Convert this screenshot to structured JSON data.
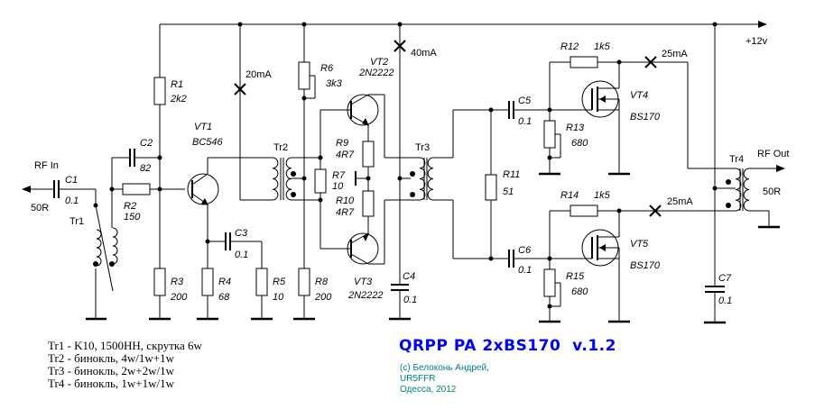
{
  "schematic": {
    "title": "QRPP PA 2xBS170  v.1.2",
    "author": "(c) Белоконь Андрей,",
    "callsign": "UR5FFR",
    "place_year": "Одесса, 2012",
    "supply": "+12v",
    "rf_in": {
      "label": "RF In",
      "impedance": "50R"
    },
    "rf_out": {
      "label": "RF Out",
      "impedance": "50R"
    },
    "currents": {
      "vt1": "20mA",
      "vt23": "40mA",
      "vt4": "25mA",
      "vt5": "25mA"
    },
    "components": {
      "C1": {
        "ref": "C1",
        "value": "0.1"
      },
      "C2": {
        "ref": "C2",
        "value": "82"
      },
      "C3": {
        "ref": "C3",
        "value": "0.1"
      },
      "C4": {
        "ref": "C4",
        "value": "0.1"
      },
      "C5": {
        "ref": "C5",
        "value": "0.1"
      },
      "C6": {
        "ref": "C6",
        "value": "0.1"
      },
      "C7": {
        "ref": "C7",
        "value": "0.1"
      },
      "R1": {
        "ref": "R1",
        "value": "2k2"
      },
      "R2": {
        "ref": "R2",
        "value": "150"
      },
      "R3": {
        "ref": "R3",
        "value": "200"
      },
      "R4": {
        "ref": "R4",
        "value": "68"
      },
      "R5": {
        "ref": "R5",
        "value": "10"
      },
      "R6": {
        "ref": "R6",
        "value": "3k3"
      },
      "R7": {
        "ref": "R7",
        "value": "10"
      },
      "R8": {
        "ref": "R8",
        "value": "200"
      },
      "R9": {
        "ref": "R9",
        "value": "4R7"
      },
      "R10": {
        "ref": "R10",
        "value": "4R7"
      },
      "R11": {
        "ref": "R11",
        "value": "51"
      },
      "R12": {
        "ref": "R12",
        "value": "1k5"
      },
      "R13": {
        "ref": "R13",
        "value": "680"
      },
      "R14": {
        "ref": "R14",
        "value": "1k5"
      },
      "R15": {
        "ref": "R15",
        "value": "680"
      },
      "VT1": {
        "ref": "VT1",
        "value": "BC546"
      },
      "VT2": {
        "ref": "VT2",
        "value": "2N2222"
      },
      "VT3": {
        "ref": "VT3",
        "value": "2N2222"
      },
      "VT4": {
        "ref": "VT4",
        "value": "BS170"
      },
      "VT5": {
        "ref": "VT5",
        "value": "BS170"
      },
      "Tr1": {
        "ref": "Tr1"
      },
      "Tr2": {
        "ref": "Tr2"
      },
      "Tr3": {
        "ref": "Tr3"
      },
      "Tr4": {
        "ref": "Tr4"
      }
    },
    "notes": [
      "Tr1 - K10, 1500НН, скрутка 6w",
      "Tr2 - бинокль, 4w/1w+1w",
      "Tr3 - бинокль, 2w+2w/1w",
      "Tr4 - бинокль, 1w+1w/1w"
    ]
  }
}
